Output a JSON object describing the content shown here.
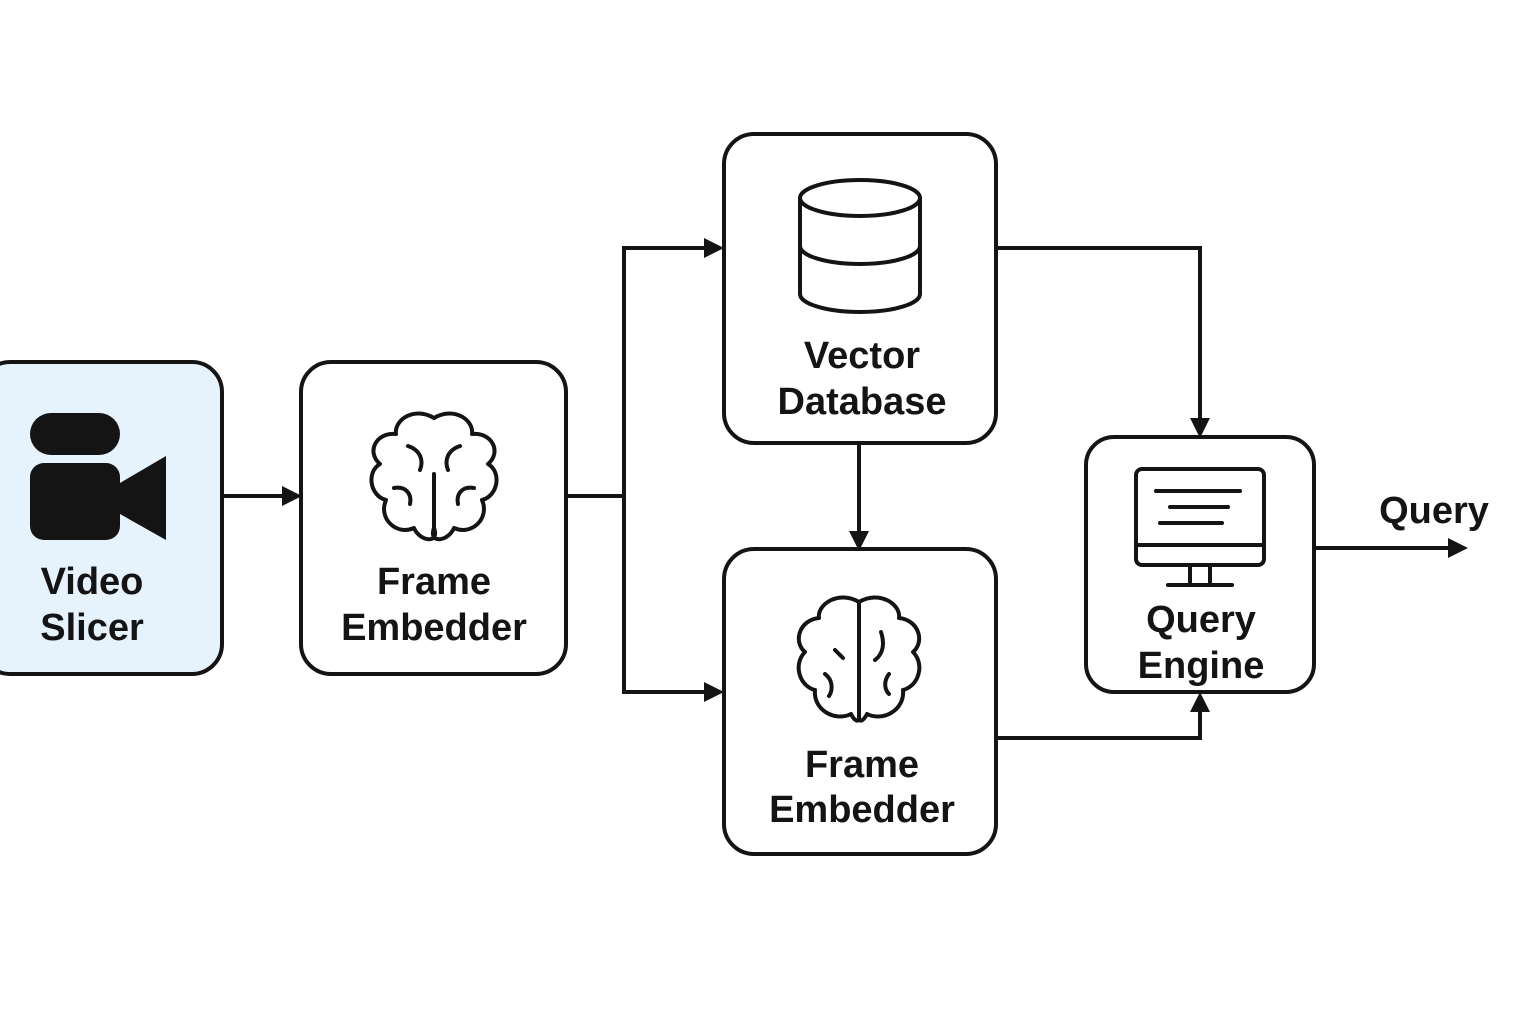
{
  "colors": {
    "ink": "#141414",
    "box_fill": "#ffffff",
    "highlight_fill": "#e6f2fc"
  },
  "nodes": {
    "video_slicer": {
      "line1": "Video",
      "line2": "Slicer",
      "icon": "video-camera-icon"
    },
    "frame_embedder_1": {
      "line1": "Frame",
      "line2": "Embedder",
      "icon": "brain-icon"
    },
    "vector_database": {
      "line1": "Vector",
      "line2": "Database",
      "icon": "database-icon"
    },
    "frame_embedder_2": {
      "line1": "Frame",
      "line2": "Embedder",
      "icon": "brain-icon"
    },
    "query_engine": {
      "line1": "Query",
      "line2": "Engine",
      "icon": "monitor-icon"
    }
  },
  "output": {
    "label": "Query"
  },
  "edges": [
    {
      "from": "video_slicer",
      "to": "frame_embedder_1"
    },
    {
      "from": "frame_embedder_1",
      "to": "vector_database"
    },
    {
      "from": "frame_embedder_1",
      "to": "frame_embedder_2"
    },
    {
      "from": "vector_database",
      "to": "frame_embedder_2"
    },
    {
      "from": "vector_database",
      "to": "query_engine"
    },
    {
      "from": "frame_embedder_2",
      "to": "query_engine"
    },
    {
      "from": "query_engine",
      "to": "output"
    }
  ]
}
